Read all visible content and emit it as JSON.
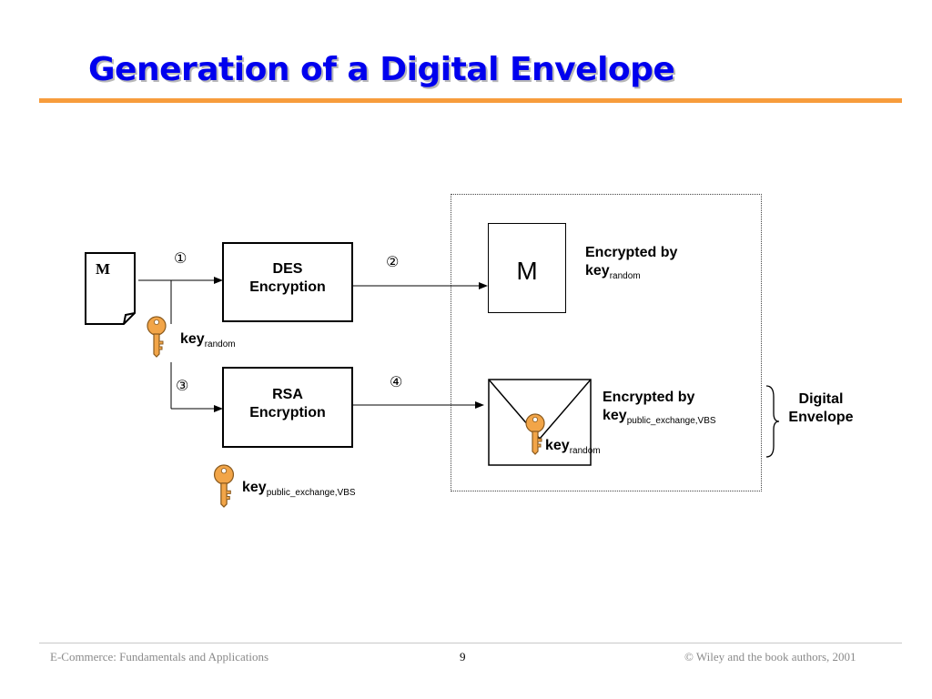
{
  "title": "Generation of a Digital Envelope",
  "message_doc": {
    "label": "M"
  },
  "steps": [
    "①",
    "②",
    "③",
    "④"
  ],
  "des_box": {
    "line1": "DES",
    "line2": "Encryption"
  },
  "rsa_box": {
    "line1": "RSA",
    "line2": "Encryption"
  },
  "key_random": {
    "main": "key",
    "sub": "random"
  },
  "key_public": {
    "main": "key",
    "sub": "public_exchange,VBS"
  },
  "encrypted_message": {
    "label": "M"
  },
  "encrypted_by_random": {
    "line1": "Encrypted by",
    "main": "key",
    "sub": "random"
  },
  "encrypted_by_public": {
    "line1": "Encrypted by",
    "main": "key",
    "sub": "public_exchange,VBS"
  },
  "envelope_key": {
    "main": "key",
    "sub": "random"
  },
  "digital_envelope": {
    "line1": "Digital",
    "line2": "Envelope"
  },
  "footer": {
    "left": "E-Commerce: Fundamentals and Applications",
    "page": "9",
    "right": "© Wiley and the book authors, 2001"
  },
  "colors": {
    "title": "#0000ee",
    "rule": "#f79c3c",
    "key": "#f2a548",
    "key_outline": "#8a5a1e",
    "footer_text": "#8a8a8a"
  },
  "icons": [
    "document-icon",
    "key-icon",
    "envelope-icon",
    "brace-icon"
  ]
}
